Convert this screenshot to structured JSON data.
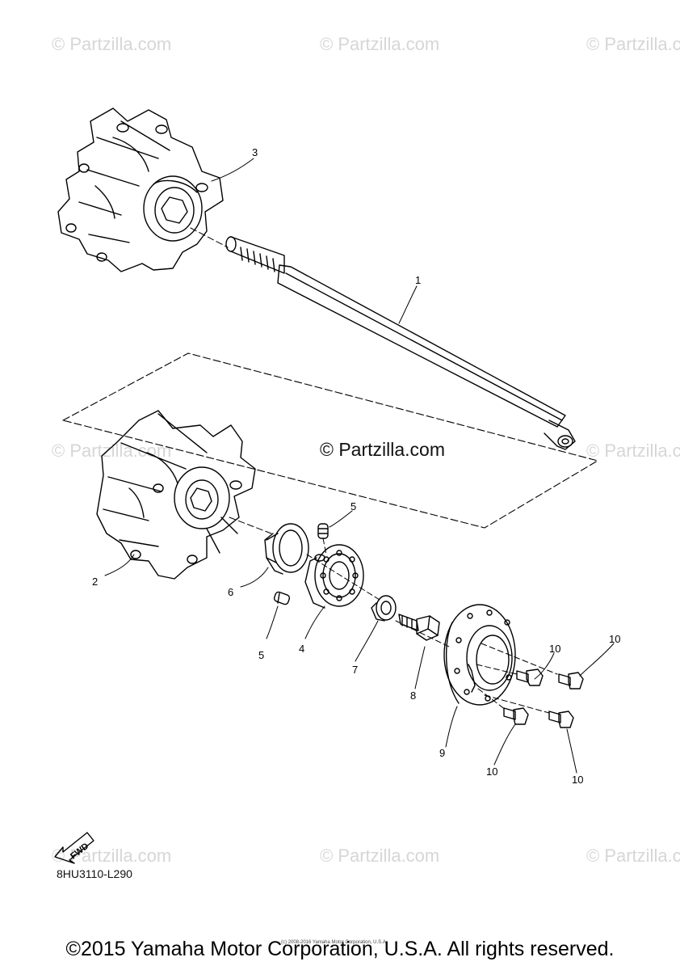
{
  "watermark": "© Partzilla.com",
  "center_watermark": "© Partzilla.com",
  "diagram_code": "8HU3110-L290",
  "fwd_badge": "FWD",
  "small_copyright": "(c) 2008-2016 Yamaha Motor Corporation, U.S.A.",
  "copyright": "©2015 Yamaha Motor Corporation, U.S.A. All rights reserved.",
  "callouts": {
    "c1": "1",
    "c2": "2",
    "c3": "3",
    "c4": "4",
    "c5a": "5",
    "c5b": "5",
    "c6": "6",
    "c7": "7",
    "c8": "8",
    "c9": "9",
    "c10a": "10",
    "c10b": "10",
    "c10c": "10",
    "c10d": "10"
  },
  "colors": {
    "line": "#000000",
    "watermark": "#d6d6d6"
  }
}
